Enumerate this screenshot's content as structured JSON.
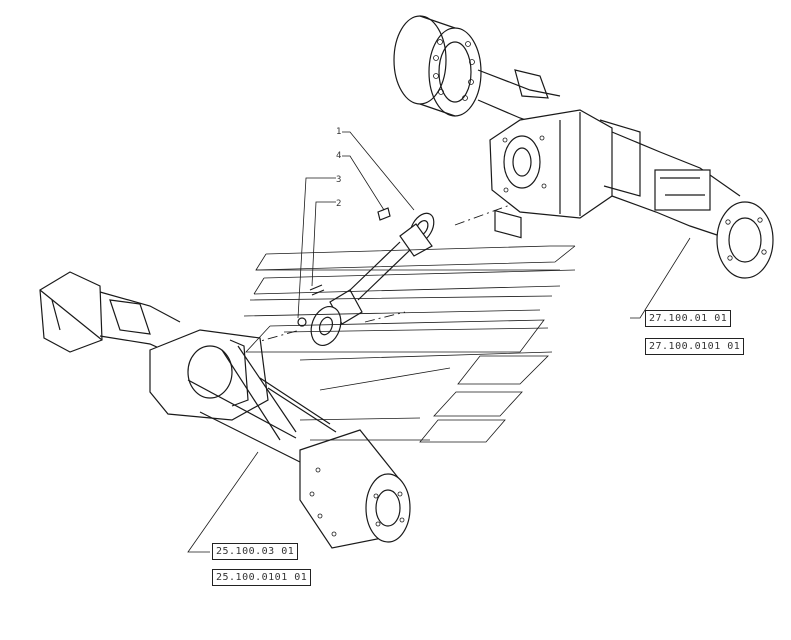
{
  "callouts": [
    "1",
    "4",
    "3",
    "2"
  ],
  "references": {
    "rear_axle": [
      "27.100.01 01",
      "27.100.0101 01"
    ],
    "front_axle": [
      "25.100.03 01",
      "25.100.0101 01"
    ]
  },
  "colors": {
    "line": "#1a1a1a",
    "background": "#ffffff"
  }
}
